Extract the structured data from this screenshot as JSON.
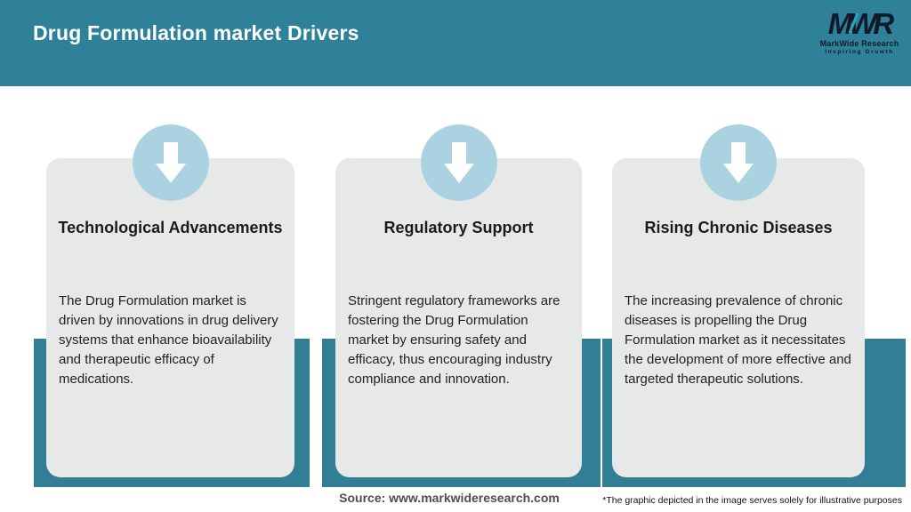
{
  "header": {
    "title": "Drug Formulation market Drivers",
    "logo": {
      "monogram": "MWR",
      "name": "MarkWide Research",
      "tagline": "Inspiring Growth"
    }
  },
  "cards": [
    {
      "icon": "down-arrow-icon",
      "title": "Technological Advancements",
      "body": "The Drug Formulation market is driven by innovations in drug delivery systems that enhance bioavailability and therapeutic efficacy of medications."
    },
    {
      "icon": "down-arrow-icon",
      "title": "Regulatory Support",
      "body": "Stringent regulatory frameworks are fostering the Drug Formulation market by ensuring safety and efficacy, thus encouraging industry compliance and innovation."
    },
    {
      "icon": "down-arrow-icon",
      "title": "Rising Chronic Diseases",
      "body": "The increasing prevalence of chronic diseases is propelling the Drug Formulation market as it necessitates the development of more effective and targeted therapeutic solutions."
    }
  ],
  "footer": {
    "source": "Source: www.markwideresearch.com",
    "disclaimer": "*The graphic depicted in the image serves solely for illustrative purposes"
  },
  "colors": {
    "header_teal": "#2F8199",
    "ribbon_teal": "#317E95",
    "card_gray": "#E7E9E9",
    "circle_blue": "#ABD2E0",
    "arrow_white": "#FFFFFF",
    "logo_dark": "#111A2B",
    "logo_accent_teal": "#2FA3BD"
  }
}
